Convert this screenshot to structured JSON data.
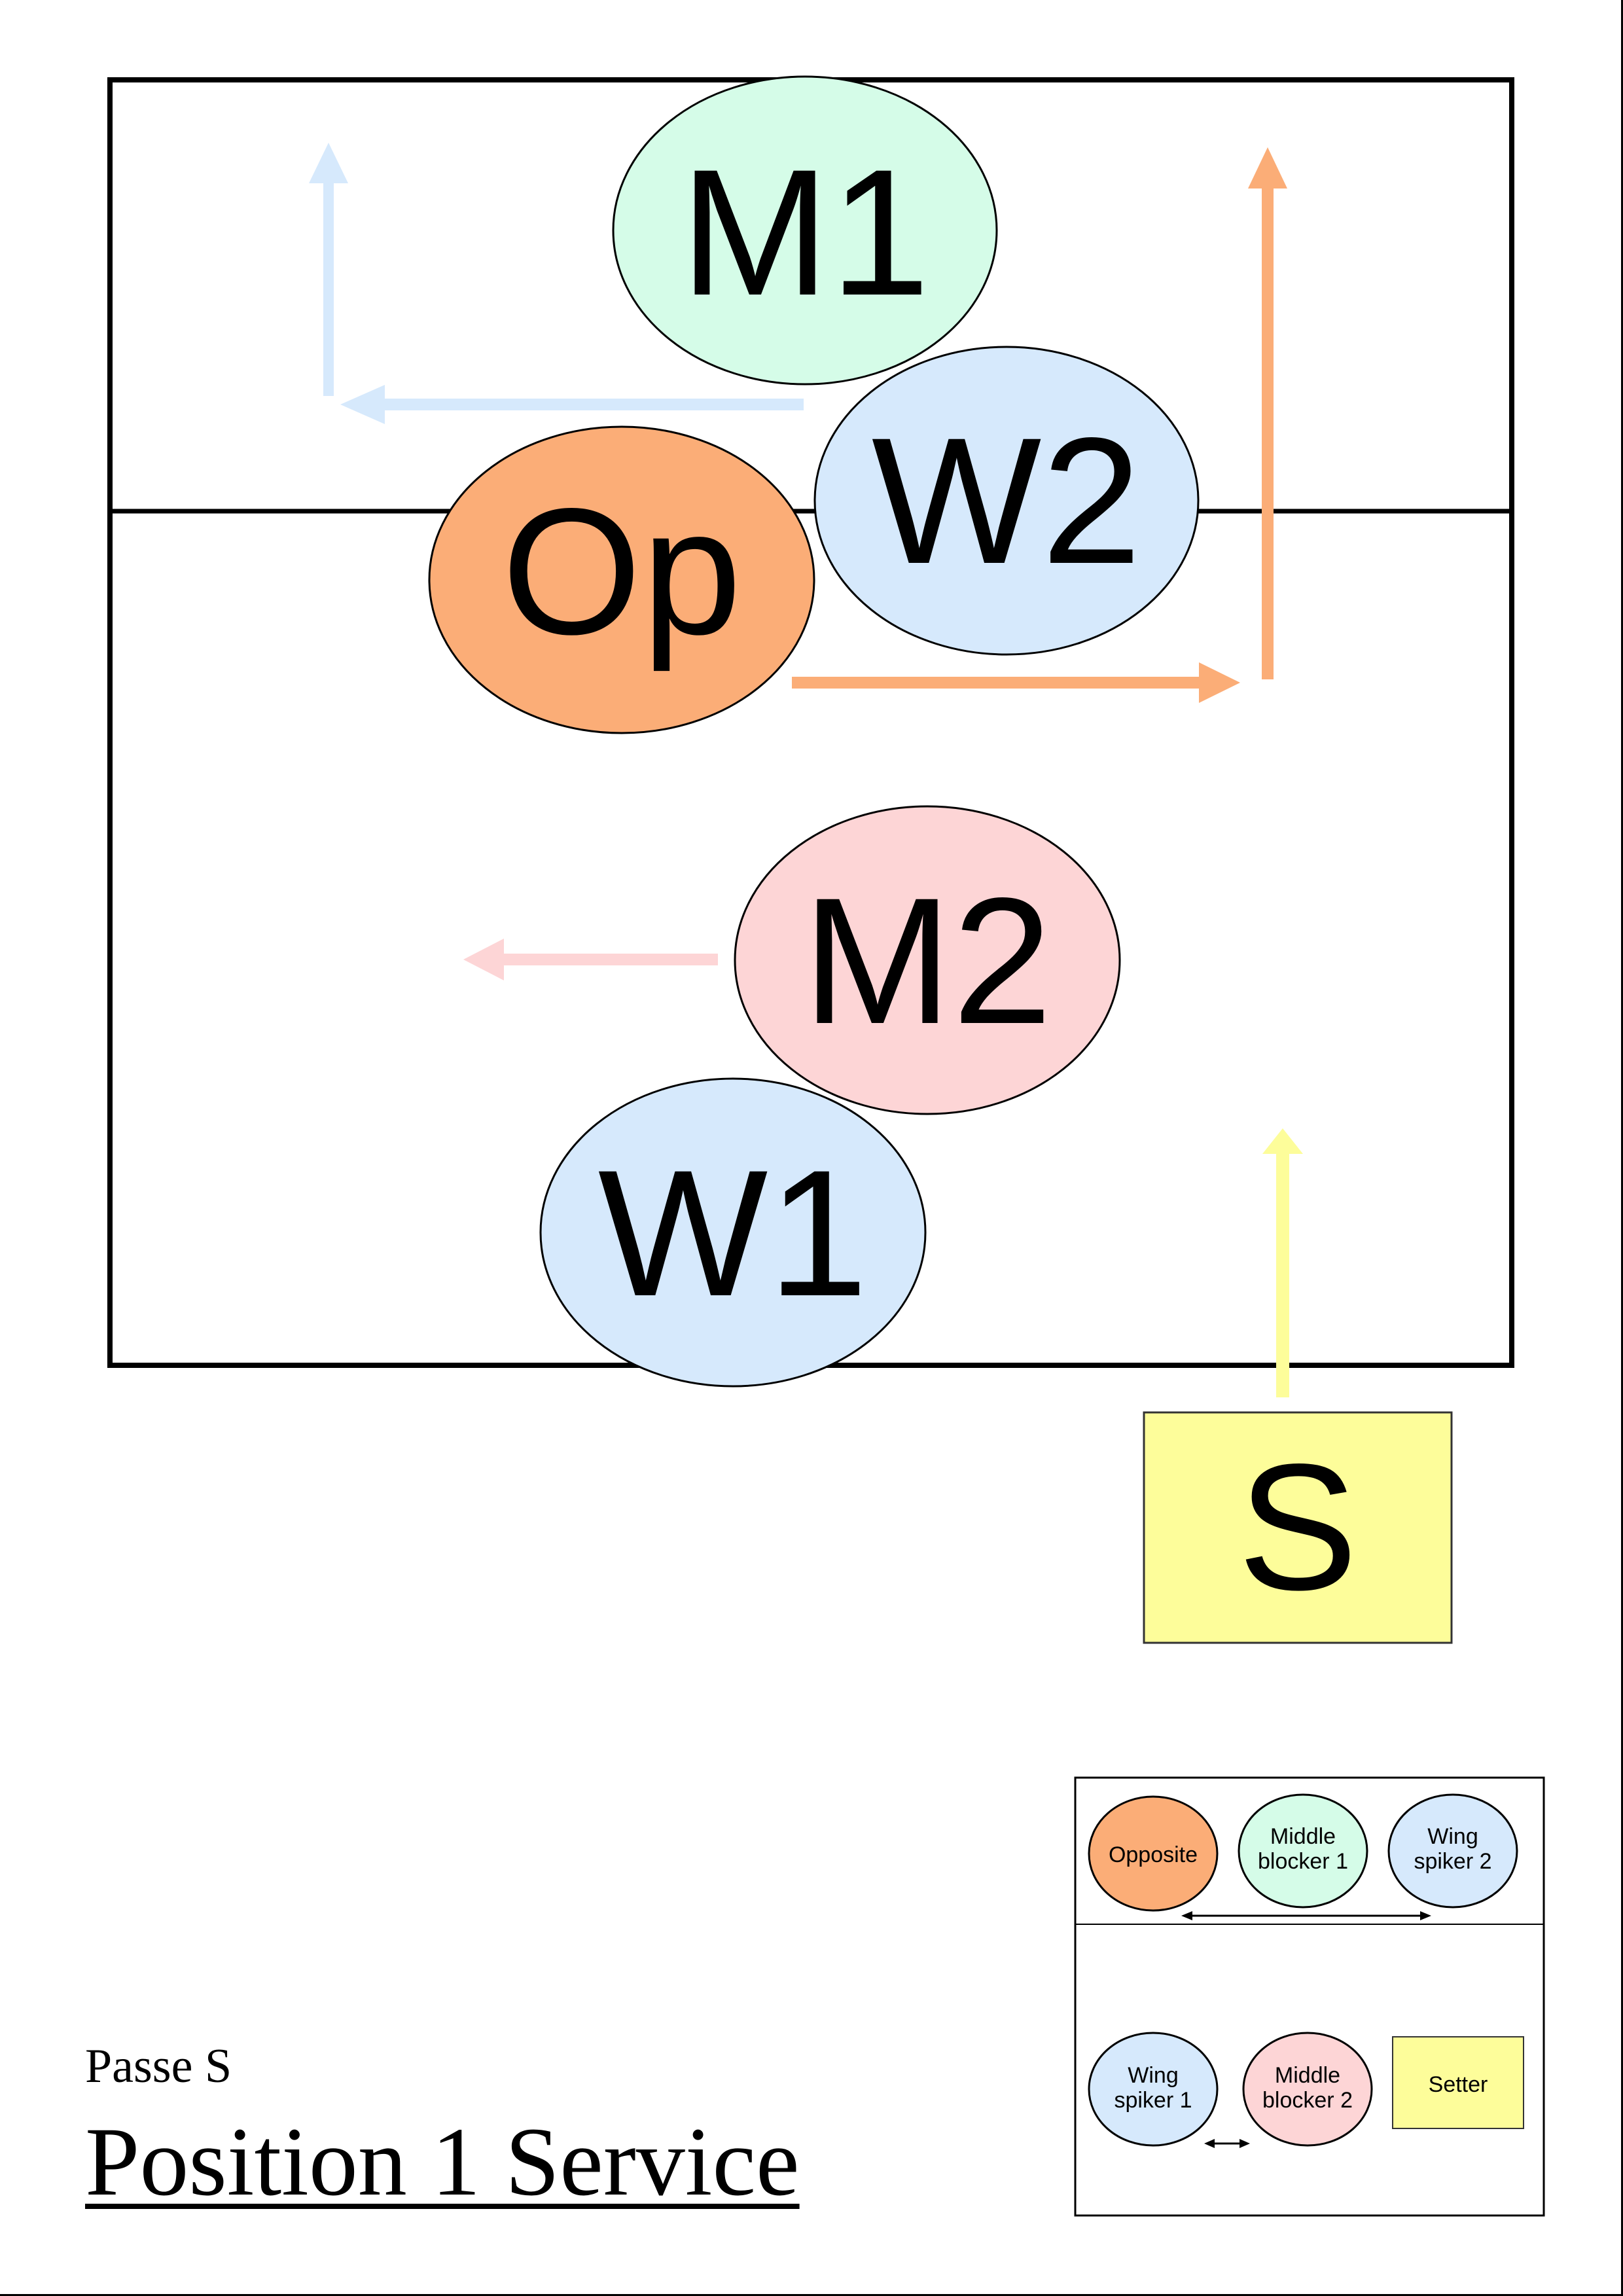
{
  "title": {
    "subtitle": "Passe S",
    "main": "Position 1 Service"
  },
  "colors": {
    "opposite": "#fbad77",
    "middle_blocker_1": "#d5fce8",
    "wing_spiker": "#d6e9fc",
    "middle_blocker_2": "#fdd5d6",
    "setter": "#fdfd9a",
    "arrow_blue": "#d6e9fc",
    "arrow_orange": "#fbad77",
    "arrow_pink": "#fdd5d6",
    "arrow_yellow": "#fdfd9a",
    "line": "#000000"
  },
  "players": [
    {
      "id": "M1",
      "label": "M1",
      "role": "middle_blocker_1"
    },
    {
      "id": "W2",
      "label": "W2",
      "role": "wing_spiker"
    },
    {
      "id": "Op",
      "label": "Op",
      "role": "opposite"
    },
    {
      "id": "M2",
      "label": "M2",
      "role": "middle_blocker_2"
    },
    {
      "id": "W1",
      "label": "W1",
      "role": "wing_spiker"
    },
    {
      "id": "S",
      "label": "S",
      "role": "setter"
    }
  ],
  "movements": [
    {
      "player": "W2",
      "description": "move left then forward to net",
      "color": "arrow_blue"
    },
    {
      "player": "Op",
      "description": "move right then forward to net",
      "color": "arrow_orange"
    },
    {
      "player": "M2",
      "description": "move left",
      "color": "arrow_pink"
    },
    {
      "player": "S",
      "description": "move forward into court",
      "color": "arrow_yellow"
    }
  ],
  "legend": {
    "front_row": [
      {
        "line1": "Opposite",
        "line2": ""
      },
      {
        "line1": "Middle",
        "line2": "blocker 1"
      },
      {
        "line1": "Wing",
        "line2": "spiker 2"
      }
    ],
    "back_row": [
      {
        "line1": "Wing",
        "line2": "spiker 1"
      },
      {
        "line1": "Middle",
        "line2": "blocker 2"
      },
      {
        "line1": "Setter",
        "line2": ""
      }
    ],
    "front_swap_note": "Opposite ↔ Wing spiker 2",
    "back_swap_note": "Wing spiker 1 ↔ Middle blocker 2"
  }
}
